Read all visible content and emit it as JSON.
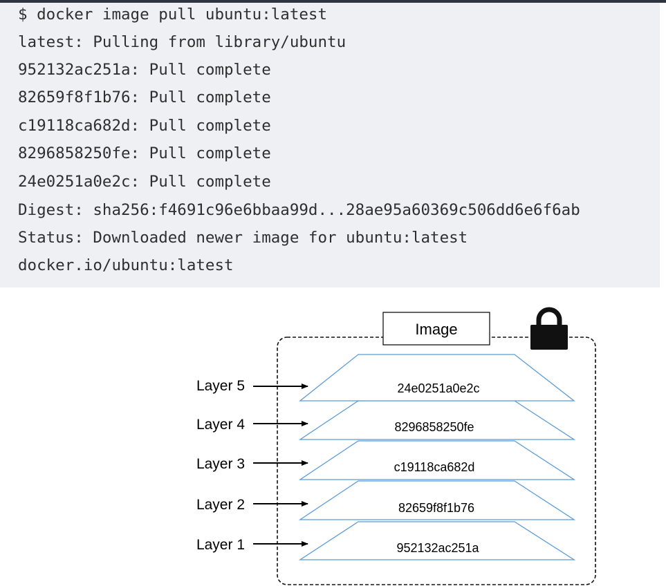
{
  "terminal": {
    "lines": [
      "$ docker image pull ubuntu:latest",
      "latest: Pulling from library/ubuntu",
      "952132ac251a: Pull complete",
      "82659f8f1b76: Pull complete",
      "c19118ca682d: Pull complete",
      "8296858250fe: Pull complete",
      "24e0251a0e2c: Pull complete",
      "Digest: sha256:f4691c96e6bbaa99d...28ae95a60369c506dd6e6f6ab",
      "Status: Downloaded newer image for ubuntu:latest",
      "docker.io/ubuntu:latest"
    ]
  },
  "diagram": {
    "image_label": "Image",
    "lock_icon": "lock-icon",
    "layers": [
      {
        "label": "Layer 5",
        "hash": "24e0251a0e2c"
      },
      {
        "label": "Layer 4",
        "hash": "8296858250fe"
      },
      {
        "label": "Layer 3",
        "hash": "c19118ca682d"
      },
      {
        "label": "Layer 2",
        "hash": "82659f8f1b76"
      },
      {
        "label": "Layer 1",
        "hash": "952132ac251a"
      }
    ],
    "colors": {
      "layer_stroke": "#5b9bd5",
      "container_stroke": "#111111",
      "text": "#000000"
    }
  }
}
